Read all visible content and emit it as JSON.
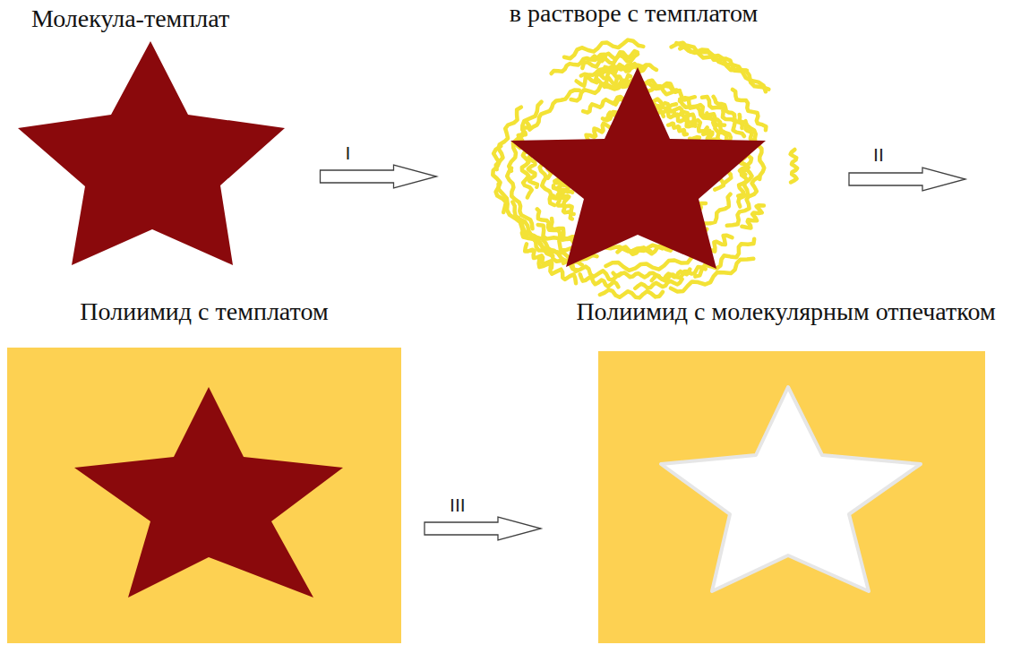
{
  "diagram": {
    "nodes": [
      {
        "text": [
          "Молекула-темплат"
        ]
      },
      {
        "text": [
          "в растворе с темплатом"
        ]
      },
      {
        "text": [
          "Полиимид с темплатом"
        ]
      },
      {
        "text": [
          "Полиимид с молекулярным отпечатком"
        ]
      }
    ],
    "edges": [
      {
        "from": 0,
        "to": 1,
        "arrow": "to",
        "label": "I"
      },
      {
        "from": 2,
        "to": 3,
        "arrow": "to",
        "label": "III"
      }
    ],
    "labels": [
      "II"
    ]
  }
}
